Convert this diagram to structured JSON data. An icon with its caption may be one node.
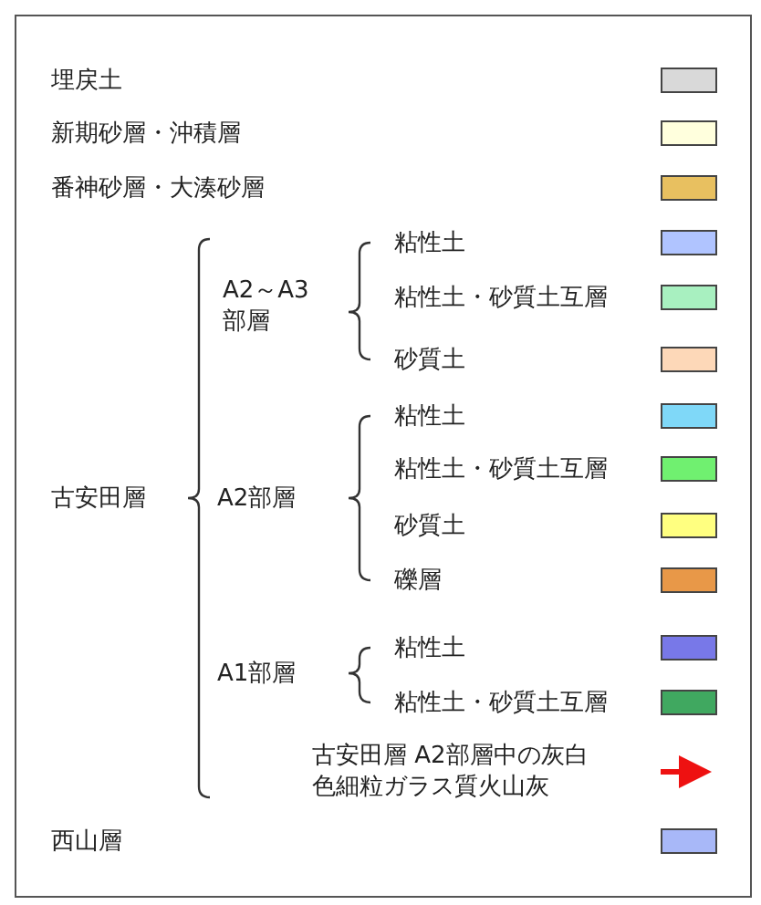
{
  "diagram": {
    "labels": [
      "A2～A3部層",
      "古安田層",
      "A2部層",
      "A1部層"
    ],
    "legend": [
      {
        "text": "埋戻土",
        "color": "#d9d9d9"
      },
      {
        "text": "新期砂層・沖積層",
        "color": "#ffffdd"
      },
      {
        "text": "番神砂層・大湊砂層",
        "color": "#e8c060"
      },
      {
        "text": "粘性土",
        "color": "#b0c4ff"
      },
      {
        "text": "粘性土・砂質土互層",
        "color": "#a8f0c0"
      },
      {
        "text": "砂質土",
        "color": "#fdd8b8"
      },
      {
        "text": "粘性土",
        "color": "#7fd8f8"
      },
      {
        "text": "粘性土・砂質土互層",
        "color": "#70f070"
      },
      {
        "text": "砂質土",
        "color": "#ffff80"
      },
      {
        "text": "礫層",
        "color": "#e89848"
      },
      {
        "text": "粘性土",
        "color": "#7878e8"
      },
      {
        "text": "粘性土・砂質土互層",
        "color": "#40a860"
      },
      {
        "text": "古安田層 A2部層中の灰白色細粒ガラス質火山灰"
      },
      {
        "text": "西山層",
        "color": "#a8b8f8"
      }
    ]
  }
}
